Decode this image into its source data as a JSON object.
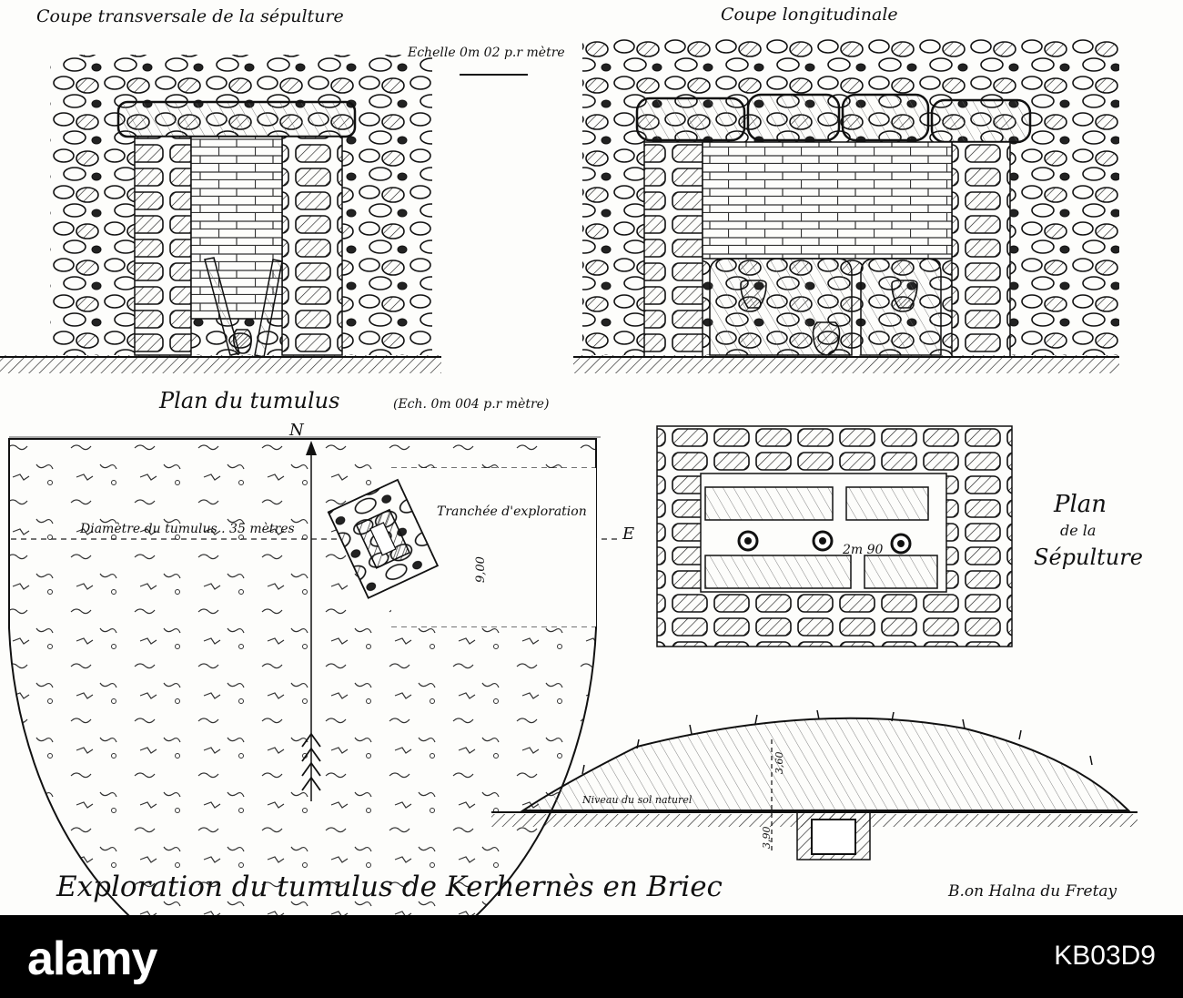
{
  "plate": {
    "labels": {
      "coupe_transversale": "Coupe transversale de la sépulture",
      "coupe_longitudinale": "Coupe longitudinale",
      "echelle_coupes": "Echelle 0m 02 p.r mètre",
      "plan_tumulus": "Plan du tumulus",
      "echelle_plan": "(Ech. 0m 004 p.r mètre)",
      "north": "N",
      "east": "E",
      "diametre": "Diamètre du tumulus . 35 mètres",
      "tranchee": "Tranchée d'exploration",
      "tranchee_width": "9,00",
      "plan_sepulture_1": "Plan",
      "plan_sepulture_2": "de la",
      "plan_sepulture_3": "Sépulture",
      "sepulture_dim": "2m 90",
      "niveau_sol": "Niveau du sol naturel",
      "hauteur_tumulus": "3,60",
      "profondeur": "3,90",
      "main_title": "Exploration du tumulus de Kerhernès en Briec",
      "signature": "B.on Halna du Fretay"
    }
  },
  "watermark": {
    "logo": "alamy",
    "image_id": "KB03D9"
  }
}
